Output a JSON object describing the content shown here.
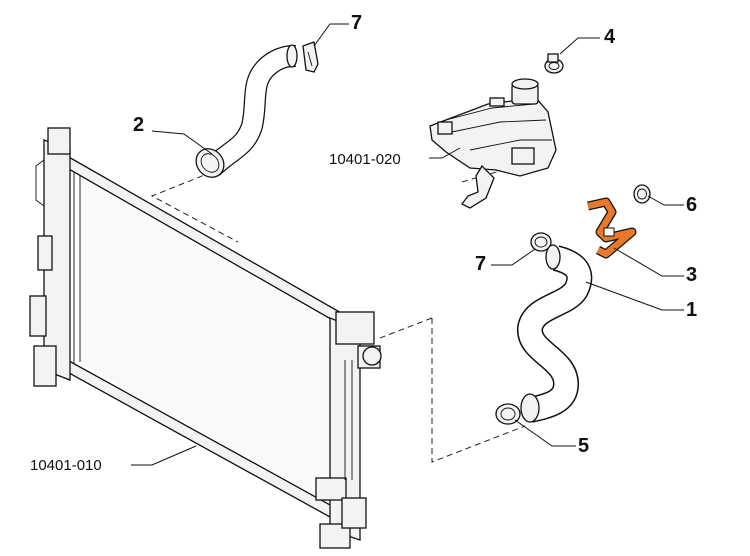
{
  "labels": {
    "hose_main": "1",
    "hose_upper": "2",
    "breather_hose": "3",
    "clamp_top": "4",
    "clamp_bottom": "5",
    "clamp_right": "6",
    "clip_top": "7",
    "clip_right": "7",
    "expansion_tank": "10401-020",
    "radiator": "10401-010"
  },
  "colors": {
    "highlight": "#E8782A",
    "line": "#111111"
  }
}
